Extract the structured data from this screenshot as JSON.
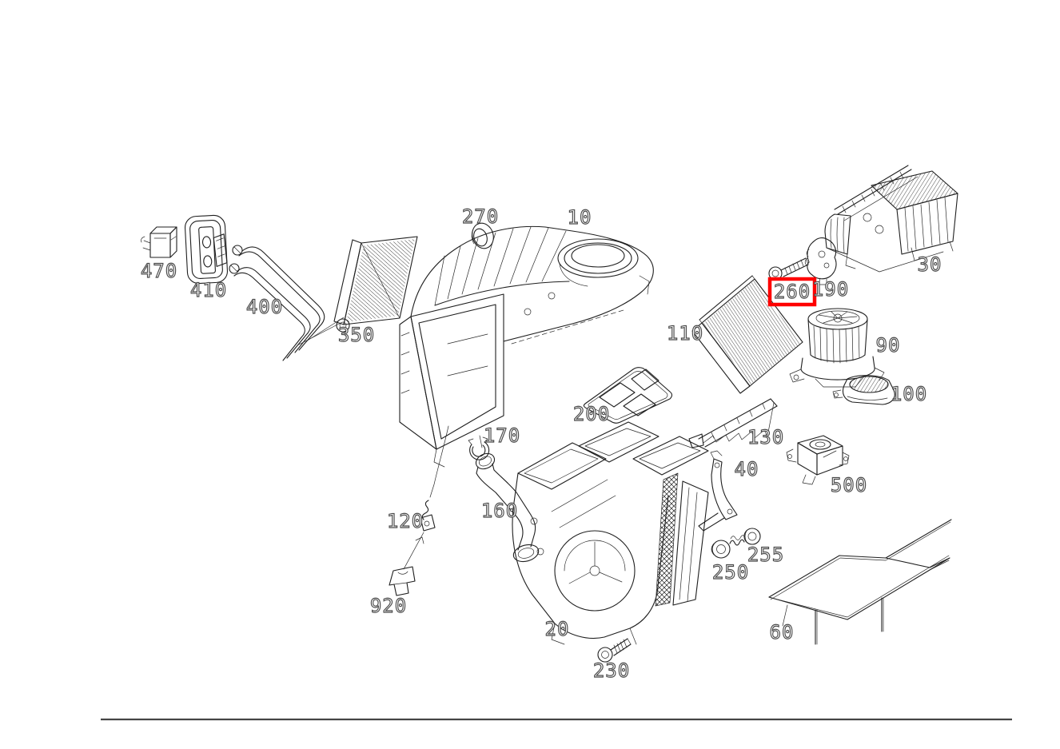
{
  "diagram": {
    "highlight_color": "#ff0000",
    "line_color": "#1f1f1f",
    "label_outline_color": "#4a4a4a",
    "highlighted_label": "260",
    "parts": [
      {
        "label": "470"
      },
      {
        "label": "410"
      },
      {
        "label": "400"
      },
      {
        "label": "350"
      },
      {
        "label": "270"
      },
      {
        "label": "10"
      },
      {
        "label": "110"
      },
      {
        "label": "200"
      },
      {
        "label": "170"
      },
      {
        "label": "160"
      },
      {
        "label": "120"
      },
      {
        "label": "920"
      },
      {
        "label": "20"
      },
      {
        "label": "230"
      },
      {
        "label": "30"
      },
      {
        "label": "190"
      },
      {
        "label": "260"
      },
      {
        "label": "90"
      },
      {
        "label": "100"
      },
      {
        "label": "130"
      },
      {
        "label": "40"
      },
      {
        "label": "500"
      },
      {
        "label": "255"
      },
      {
        "label": "250"
      },
      {
        "label": "60"
      }
    ]
  }
}
